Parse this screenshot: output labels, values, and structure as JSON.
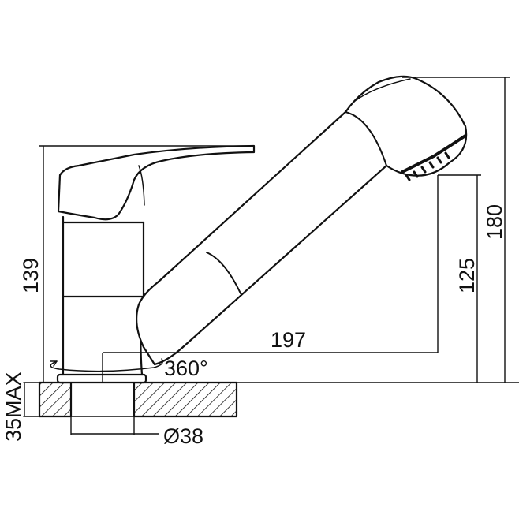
{
  "title": "Pull-out kitchen mixer tap technical drawing",
  "dimensions": {
    "height_lever": "139",
    "deck_thickness": "35MAX",
    "rotation": "360°",
    "hole_diameter": "Ø38",
    "spout_reach": "197",
    "spout_height": "125",
    "overall_height": "180"
  },
  "colors": {
    "line": "#111111",
    "background": "#ffffff"
  }
}
